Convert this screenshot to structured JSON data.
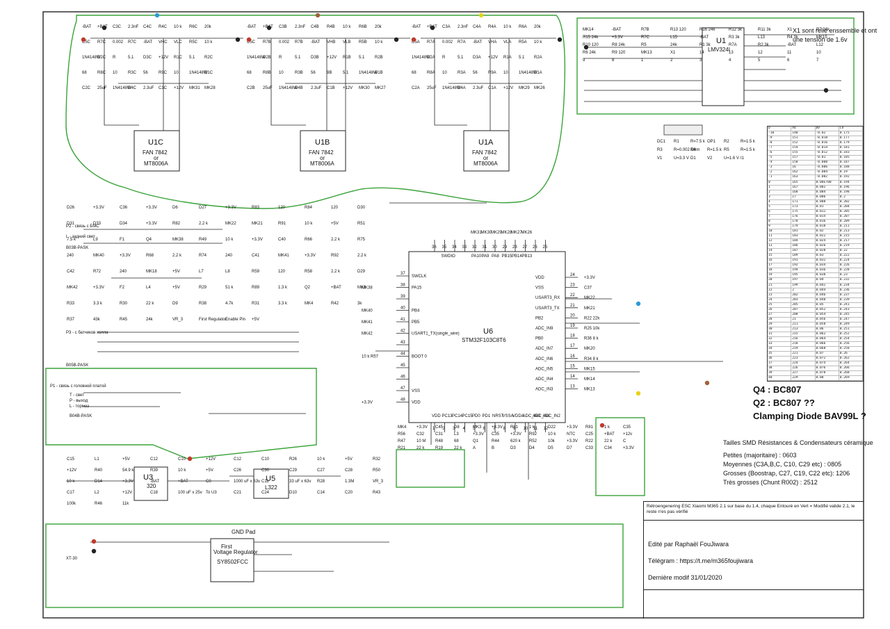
{
  "chips": {
    "u1c": {
      "name": "U1C",
      "part1": "FAN 7842",
      "or": "or",
      "part2": "MT8006A"
    },
    "u1b": {
      "name": "U1B",
      "part1": "FAN 7842",
      "or": "or",
      "part2": "MT8006A"
    },
    "u1a": {
      "name": "U1A",
      "part1": "FAN 7842",
      "or": "or",
      "part2": "MT8006A"
    },
    "u1": {
      "name": "U1",
      "part": "LMV324I"
    },
    "u6": {
      "name": "U6",
      "part": "STM32F103C8T6"
    },
    "u3": {
      "name": "U3",
      "part": "320"
    },
    "u5": {
      "name": "U5",
      "part": "L322"
    },
    "reg": {
      "title1": "First",
      "title2": "Voltage Regulator",
      "part": "SY8502FCC",
      "gnd": "GND Pad"
    }
  },
  "phase_c": {
    "labels": [
      "-BAT",
      "+BAT",
      "C3C",
      "2.3nF",
      "C4C",
      "R4C",
      "10 k",
      "R6C",
      "20k",
      "C5C",
      "R7C",
      "0.002",
      "R7C",
      "-BAT",
      "VHC",
      "VLC",
      "R5C",
      "10 k",
      "1N4148W",
      "D2C",
      "R",
      "5.1",
      "D3C",
      "+12V",
      "R1C",
      "5.1",
      "R2C",
      "68",
      "R8C",
      "10",
      "R3C",
      "56",
      "R9C",
      "10",
      "1N4148W",
      "D1C",
      "C2C",
      "25uF",
      "1N4148W",
      "D4C",
      "2.3uF",
      "C1C",
      "+12V",
      "MK31",
      "MK28"
    ]
  },
  "phase_b": {
    "labels": [
      "-BAT",
      "+BAT",
      "C3B",
      "2.3nF",
      "C4B",
      "R4B",
      "10 k",
      "R6B",
      "20k",
      "C5C",
      "R7B",
      "0.002",
      "R7B",
      "-BAT",
      "VHB",
      "VLB",
      "R5B",
      "10 k",
      "1N4148W",
      "D2B",
      "R",
      "5.1",
      "D3B",
      "+12V",
      "R1B",
      "5.1",
      "R2B",
      "68",
      "R8B",
      "10",
      "R3B",
      "56",
      "9B",
      "5.1",
      "1N4148W",
      "D1B",
      "C2B",
      "25uF",
      "1N4148W",
      "D4B",
      "2.3uF",
      "C1B",
      "+12V",
      "MK30",
      "MK27"
    ]
  },
  "phase_a": {
    "labels": [
      "-BAT",
      "+BAT",
      "C3A",
      "2.3nF",
      "C4A",
      "R4A",
      "10 k",
      "R6A",
      "20k",
      "C5A",
      "R7A",
      "0.002",
      "R7A",
      "-BAT",
      "VHA",
      "VLA",
      "R5A",
      "10 k",
      "1N4148W",
      "D2A",
      "R",
      "5.1",
      "D3A",
      "+12V",
      "R1A",
      "5.1",
      "R2A",
      "68",
      "R8A",
      "10",
      "R3A",
      "56",
      "R9A",
      "10",
      "1N4148W",
      "D1A",
      "C2A",
      "25uF",
      "1N4148W",
      "D4A",
      "2.3uF",
      "C1A",
      "+12V",
      "MK29",
      "MK26"
    ]
  },
  "opamp_section": {
    "note1": "X1 sont relié enssemble et ont",
    "note2": "une tension de 1.6v",
    "labels": [
      "MK14",
      "-BAT",
      "R7B",
      "R13 120",
      "R16 24k",
      "R12 3k",
      "R11 3k",
      "X1",
      "R7 24k",
      "R15 24k",
      "+3.3V",
      "R7C",
      "L15",
      "-BAT",
      "R3 3k",
      "L13",
      "R4 3k",
      "MK15",
      "R10 120",
      "R8 24k",
      "R5",
      "24k",
      "R1 3k",
      "R7A",
      "R2 3k",
      "-BAT",
      "L12",
      "R6 24k",
      "R9 120",
      "MK13",
      "X1",
      "14",
      "13",
      "12",
      "11",
      "10",
      "9",
      "8",
      "1",
      "2",
      "3",
      "4",
      "5",
      "6",
      "7"
    ]
  },
  "mcu": {
    "left_pins": [
      {
        "num": "37",
        "name": "SWCLK",
        "net": ""
      },
      {
        "num": "38",
        "name": "PA15",
        "net": "MK38"
      },
      {
        "num": "39",
        "name": "",
        "net": ""
      },
      {
        "num": "40",
        "name": "PB4",
        "net": "MK40"
      },
      {
        "num": "41",
        "name": "PB5",
        "net": "MK41"
      },
      {
        "num": "42",
        "name": "USART1_TX(single_wire)",
        "net": "MK42"
      },
      {
        "num": "43",
        "name": "",
        "net": ""
      },
      {
        "num": "44",
        "name": "BOOT 0",
        "net": "10 k R57"
      },
      {
        "num": "45",
        "name": "",
        "net": ""
      },
      {
        "num": "46",
        "name": "",
        "net": ""
      },
      {
        "num": "47",
        "name": "VSS",
        "net": ""
      },
      {
        "num": "48",
        "name": "VDD",
        "net": "+3.3V"
      }
    ],
    "right_pins": [
      {
        "num": "24",
        "name": "VDD",
        "net": "+3.3V"
      },
      {
        "num": "23",
        "name": "VSS",
        "net": "C37"
      },
      {
        "num": "22",
        "name": "USART3_RX",
        "net": "MK22"
      },
      {
        "num": "21",
        "name": "USART3_TX",
        "net": "MK21"
      },
      {
        "num": "20",
        "name": "PB2",
        "net": "R22 22k"
      },
      {
        "num": "19",
        "name": "ADC_IN9",
        "net": "R25 10k"
      },
      {
        "num": "18",
        "name": "PB0",
        "net": "R36 8 k"
      },
      {
        "num": "17",
        "name": "ADC_IN7",
        "net": "MK20"
      },
      {
        "num": "16",
        "name": "ADC_IN6",
        "net": "R34 8 k"
      },
      {
        "num": "15",
        "name": "ADC_IN5",
        "net": "MK15"
      },
      {
        "num": "14",
        "name": "ADC_IN4",
        "net": "MK14"
      },
      {
        "num": "13",
        "name": "ADC_IN3",
        "net": "MK13"
      }
    ],
    "top_pins": [
      {
        "num": "36",
        "name": "",
        "net": ""
      },
      {
        "num": "35",
        "name": "SWDIO",
        "net": ""
      },
      {
        "num": "34",
        "name": "",
        "net": ""
      },
      {
        "num": "33",
        "name": "",
        "net": ""
      },
      {
        "num": "32",
        "name": "PA10",
        "net": "MK31"
      },
      {
        "num": "31",
        "name": "PA9",
        "net": "MK30"
      },
      {
        "num": "30",
        "name": "PA8",
        "net": "MK29"
      },
      {
        "num": "29",
        "name": "PB15",
        "net": "MK28"
      },
      {
        "num": "28",
        "name": "PB14",
        "net": "MK27"
      },
      {
        "num": "27",
        "name": "PB13",
        "net": "MK26"
      },
      {
        "num": "26",
        "name": "",
        "net": ""
      },
      {
        "num": "25",
        "name": "",
        "net": ""
      }
    ],
    "bottom_pins": [
      {
        "num": "1",
        "name": "VDD",
        "net": ""
      },
      {
        "num": "2",
        "name": "PC13",
        "net": ""
      },
      {
        "num": "3",
        "name": "PC14",
        "net": ""
      },
      {
        "num": "4",
        "name": "PC15",
        "net": ""
      },
      {
        "num": "5",
        "name": "PD0",
        "net": ""
      },
      {
        "num": "6",
        "name": "PD1",
        "net": ""
      },
      {
        "num": "7",
        "name": "NRST",
        "net": ""
      },
      {
        "num": "8",
        "name": "VSSA",
        "net": ""
      },
      {
        "num": "9",
        "name": "VDDA",
        "net": ""
      },
      {
        "num": "10",
        "name": "ADC_IN0",
        "net": ""
      },
      {
        "num": "11",
        "name": "ADC_IN1",
        "net": ""
      },
      {
        "num": "12",
        "name": "ADC_IN2",
        "net": ""
      }
    ]
  },
  "connectors": {
    "p2": {
      "title": "P2 - связь с БМС",
      "part": "B03B-PASK",
      "pins": [
        "L - задний свет"
      ]
    },
    "p3": {
      "title": "P3 - с батчиков холла",
      "part": "B05B-PASK"
    },
    "p1": {
      "title": "P1 - связь с головной платой",
      "part": "B04B-PASK",
      "pins": [
        "T - свет",
        "P - выход",
        "L - тормоз"
      ]
    },
    "p9": {
      "part": "XT-30"
    }
  },
  "mid_labels": [
    "D26",
    "+3.3V",
    "C36",
    "+3.3V",
    "D6",
    "D27",
    "+3.3V",
    "R83",
    "120",
    "R84",
    "120",
    "D30",
    "D31",
    "D33",
    "D34",
    "+3.3V",
    "R82",
    "2.2 k",
    "MK22",
    "MK21",
    "R91",
    "10 k",
    "+5V",
    "R51",
    "7.5 k",
    "L9",
    "F1",
    "Q4",
    "MK38",
    "R49",
    "10 k",
    "+3.3V",
    "C40",
    "R66",
    "2.2 k",
    "R75",
    "240",
    "MK40",
    "+3.3V",
    "R68",
    "2.2 k",
    "R74",
    "240",
    "C41",
    "MK41",
    "+3.3V",
    "R92",
    "2.2 k",
    "C42",
    "R72",
    "240",
    "MK18",
    "+5V",
    "L7",
    "L8",
    "R59",
    "120",
    "R58",
    "2.2 k",
    "D29",
    "MK42",
    "+3.3V",
    "F2",
    "L4",
    "+5V",
    "R29",
    "51 k",
    "R89",
    "1.3 k",
    "Q2",
    "+BAT",
    "MK3",
    "R33",
    "3.3 k",
    "R30",
    "22 k",
    "D9",
    "R38",
    "4.7k",
    "R31",
    "3.3 k",
    "MK4",
    "R42",
    "3k",
    "R37",
    "43k",
    "R45",
    "24k",
    "VR_3",
    "First Regulator",
    "Enable Pin",
    "+5V"
  ],
  "bottom_labels": [
    "C15",
    "L1",
    "+5V",
    "C12",
    "C10",
    "+12V",
    "C12",
    "C10",
    "R26",
    "10 k",
    "+5V",
    "R32",
    "+12V",
    "R40",
    "54.9 k",
    "R39",
    "10 k",
    "+5V",
    "C26",
    "C30",
    "C29",
    "C27",
    "C28",
    "R50",
    "10 k",
    "D14",
    "+3.3V",
    "-BAT",
    "+BAT",
    "C0",
    "1000 uF x 63v",
    "C11",
    "33 uF x 63v",
    "R28",
    "1.3M",
    "VR_3",
    "C17",
    "L2",
    "+12V",
    "C18",
    "100 uF x 25v",
    "To U3",
    "C21",
    "C24",
    "D10",
    "C14",
    "C20",
    "R43",
    "100k",
    "R46",
    "11k"
  ],
  "right_labels": [
    "MK4",
    "+3.3V",
    "C45",
    "D8",
    "MK3",
    "+3.3V",
    "R81",
    "1 k",
    "D22",
    "+3.3V",
    "R81",
    "1 k",
    "C35",
    "R56",
    "C32",
    "C31",
    "L3",
    "+3.3V",
    "C35",
    "+3.3V",
    "R92",
    "10 k",
    "NTC",
    "C25",
    "+BAT",
    "+12v",
    "R47",
    "10 M",
    "R48",
    "68",
    "Q1",
    "R44",
    "620 k",
    "R52",
    "10k",
    "+3.3V",
    "R22",
    "22 k",
    "C",
    "R21",
    "22 k",
    "R19",
    "22 k",
    "A",
    "B",
    "D3",
    "D4",
    "D5",
    "D7",
    "C33",
    "C34",
    "+3.3V"
  ],
  "annotations": {
    "q4": "Q4 : BC807",
    "q2": "Q2 : BC807 ??",
    "clamp": "Clamping Diode BAV99L ?",
    "smd_title": "Tailles SMD  Résistances & Condensateurs céramique",
    "smd_lines": [
      "Petites (majoritaire) : 0603",
      "Moyennes (C3A,B,C, C10, C29 etc) : 0805",
      "Grosses (Boostrap, C27, C19, C22 etc): 1206",
      "Très grosses (Chunt R002) : 2512"
    ]
  },
  "title_block": {
    "description": "Rétroengenering ESC Xiaomi M365 2.1 sur base du 1.4, chaque Entouré en Vert = Modifié valide 2.1, le reste n'es pas vérifié",
    "author": "Edité par Raphaël FouJiwara",
    "telegram": "Télégram : https://t.me/m365foujiwara",
    "modified": "Dernière modif 31/01/2020"
  },
  "bemf_table": {
    "headers": [
      "D",
      "AV",
      "BV",
      "CV"
    ],
    "rows": [
      [
        "-10",
        "140",
        "-0.02",
        "0.175"
      ],
      [
        "-9",
        "151",
        "-0.018",
        "0.177"
      ],
      [
        "-8",
        "152",
        "-0.016",
        "0.179"
      ],
      [
        "-7",
        "154",
        "-0.014",
        "0.181"
      ],
      [
        "-6",
        "155",
        "-0.012",
        "0.183"
      ],
      [
        "-5",
        "157",
        "-0.01",
        "0.185"
      ],
      [
        "-4",
        "158",
        "-0.008",
        "0.187"
      ],
      [
        "-3",
        "16",
        "-0.006",
        "0.188"
      ],
      [
        "-2",
        "162",
        "-0.004",
        "0.19"
      ],
      [
        "-1",
        "163",
        "-0.002",
        "0.192"
      ],
      [
        "0",
        "165",
        "0.00E+00",
        "0.194"
      ],
      [
        "1",
        "167",
        "0.002",
        "0.196"
      ],
      [
        "2",
        "168",
        "0.004",
        "0.198"
      ],
      [
        "3",
        "17",
        "0.006",
        "0.2"
      ],
      [
        "4",
        "171",
        "0.008",
        "0.202"
      ],
      [
        "5",
        "173",
        "0.01",
        "0.204"
      ],
      [
        "6",
        "175",
        "0.012",
        "0.205"
      ],
      [
        "7",
        "176",
        "0.014",
        "0.207"
      ],
      [
        "8",
        "178",
        "0.016",
        "0.209"
      ],
      [
        "9",
        "179",
        "0.018",
        "0.211"
      ],
      [
        "10",
        "181",
        "0.02",
        "0.213"
      ],
      [
        "11",
        "183",
        "0.022",
        "0.215"
      ],
      [
        "12",
        "184",
        "0.024",
        "0.217"
      ],
      [
        "13",
        "186",
        "0.026",
        "0.219"
      ],
      [
        "14",
        "187",
        "0.028",
        "0.22"
      ],
      [
        "15",
        "189",
        "0.03",
        "0.222"
      ],
      [
        "16",
        "191",
        "0.032",
        "0.224"
      ],
      [
        "17",
        "192",
        "0.034",
        "0.226"
      ],
      [
        "18",
        "194",
        "0.036",
        "0.228"
      ],
      [
        "19",
        "195",
        "0.038",
        "0.23"
      ],
      [
        "20",
        "197",
        "0.04",
        "0.232"
      ],
      [
        "21",
        "199",
        "0.042",
        "0.234"
      ],
      [
        "22",
        "2",
        "0.044",
        "0.236"
      ],
      [
        "23",
        "202",
        "0.046",
        "0.237"
      ],
      [
        "24",
        "203",
        "0.048",
        "0.239"
      ],
      [
        "25",
        "205",
        "0.05",
        "0.241"
      ],
      [
        "26",
        "207",
        "0.052",
        "0.243"
      ],
      [
        "27",
        "208",
        "0.054",
        "0.245"
      ],
      [
        "28",
        "21",
        "0.056",
        "0.247"
      ],
      [
        "29",
        "211",
        "0.058",
        "0.249"
      ],
      [
        "30",
        "213",
        "0.06",
        "0.251"
      ],
      [
        "31",
        "215",
        "0.062",
        "0.252"
      ],
      [
        "32",
        "216",
        "0.064",
        "0.254"
      ],
      [
        "33",
        "218",
        "0.066",
        "0.256"
      ],
      [
        "34",
        "219",
        "0.068",
        "0.258"
      ],
      [
        "35",
        "221",
        "0.07",
        "0.26"
      ],
      [
        "36",
        "223",
        "0.072",
        "0.262"
      ],
      [
        "37",
        "224",
        "0.074",
        "0.264"
      ],
      [
        "38",
        "226",
        "0.076",
        "0.266"
      ],
      [
        "39",
        "227",
        "0.078",
        "0.268"
      ],
      [
        "40",
        "229",
        "0.08",
        "0.269"
      ]
    ]
  },
  "sim_labels": [
    "DC1",
    "R1",
    "R=7.5 k",
    "OP1",
    "R2",
    "R=1.5 k",
    "R3",
    "R=0.002 Ohm",
    "R4",
    "R=1.5 k",
    "R5",
    "R=1.5 k",
    "V1",
    "U=3.3 V",
    "D1",
    "V2",
    "U=1.6 V",
    "I1"
  ],
  "colors": {
    "green_outline": "#3aa33a",
    "dot_c": "#2b9bd6",
    "dot_b": "#a0623a",
    "dot_a": "#e8d21a",
    "dot_red": "#c0392b",
    "dot_black": "#222222"
  }
}
